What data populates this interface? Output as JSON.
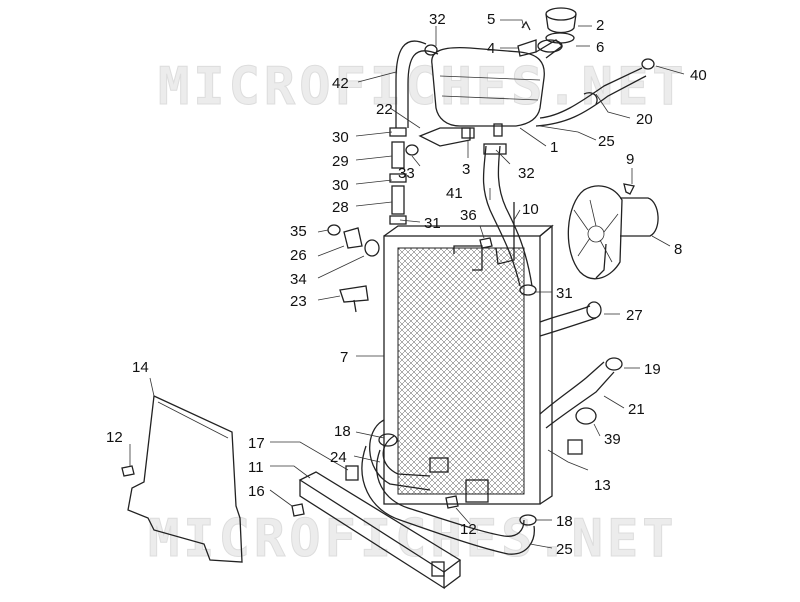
{
  "watermark": "MICROFICHES.NET",
  "labels": [
    {
      "id": "l32a",
      "text": "32"
    },
    {
      "id": "l5",
      "text": "5"
    },
    {
      "id": "l2",
      "text": "2"
    },
    {
      "id": "l4",
      "text": "4"
    },
    {
      "id": "l6",
      "text": "6"
    },
    {
      "id": "l40",
      "text": "40"
    },
    {
      "id": "l42",
      "text": "42"
    },
    {
      "id": "l22",
      "text": "22"
    },
    {
      "id": "l20",
      "text": "20"
    },
    {
      "id": "l25a",
      "text": "25"
    },
    {
      "id": "l30a",
      "text": "30"
    },
    {
      "id": "l1",
      "text": "1"
    },
    {
      "id": "l29",
      "text": "29"
    },
    {
      "id": "l3",
      "text": "3"
    },
    {
      "id": "l33",
      "text": "33"
    },
    {
      "id": "l32b",
      "text": "32"
    },
    {
      "id": "l9",
      "text": "9"
    },
    {
      "id": "l30b",
      "text": "30"
    },
    {
      "id": "l41",
      "text": "41"
    },
    {
      "id": "l28",
      "text": "28"
    },
    {
      "id": "l10",
      "text": "10"
    },
    {
      "id": "l36",
      "text": "36"
    },
    {
      "id": "l31a",
      "text": "31"
    },
    {
      "id": "l35",
      "text": "35"
    },
    {
      "id": "l8",
      "text": "8"
    },
    {
      "id": "l26",
      "text": "26"
    },
    {
      "id": "l34",
      "text": "34"
    },
    {
      "id": "l31b",
      "text": "31"
    },
    {
      "id": "l23",
      "text": "23"
    },
    {
      "id": "l27",
      "text": "27"
    },
    {
      "id": "l7",
      "text": "7"
    },
    {
      "id": "l14",
      "text": "14"
    },
    {
      "id": "l19",
      "text": "19"
    },
    {
      "id": "l21",
      "text": "21"
    },
    {
      "id": "l12a",
      "text": "12"
    },
    {
      "id": "l18a",
      "text": "18"
    },
    {
      "id": "l39",
      "text": "39"
    },
    {
      "id": "l17",
      "text": "17"
    },
    {
      "id": "l24",
      "text": "24"
    },
    {
      "id": "l11",
      "text": "11"
    },
    {
      "id": "l13",
      "text": "13"
    },
    {
      "id": "l16",
      "text": "16"
    },
    {
      "id": "l12b",
      "text": "12"
    },
    {
      "id": "l18b",
      "text": "18"
    },
    {
      "id": "l25b",
      "text": "25"
    }
  ]
}
